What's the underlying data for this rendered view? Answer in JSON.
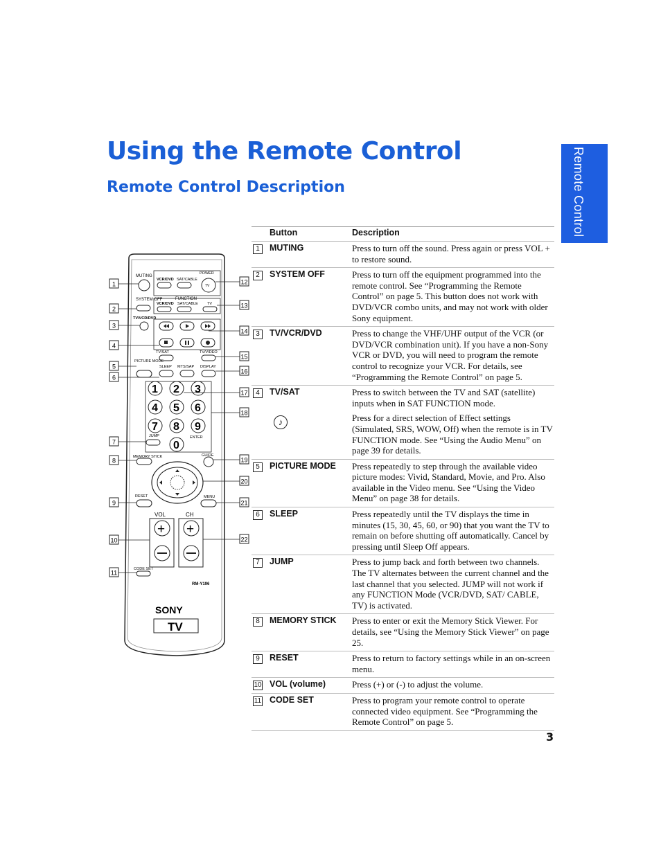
{
  "page": {
    "title": "Using the Remote Control",
    "subtitle": "Remote Control Description",
    "side_tab": "Remote Control",
    "page_number": "3"
  },
  "table": {
    "headers": {
      "button": "Button",
      "description": "Description"
    },
    "rows": [
      {
        "num": "1",
        "name": "MUTING",
        "desc": "Press to turn off the sound. Press again or press VOL + to restore sound."
      },
      {
        "num": "2",
        "name": "SYSTEM OFF",
        "desc": "Press to turn off the equipment programmed into the remote control. See “Programming the Remote Control” on page 5. This button does not work with DVD/VCR combo units, and may not work with older Sony equipment."
      },
      {
        "num": "3",
        "name": "TV/VCR/DVD",
        "desc": "Press to change the VHF/UHF output of the VCR (or DVD/VCR combination unit). If you have a non-Sony VCR or DVD, you will need to program the remote control to recognize your VCR. For details, see “Programming the Remote Control” on page 5."
      },
      {
        "num": "4",
        "name": "TV/SAT",
        "desc": "Press to switch between the TV and SAT (satellite) inputs when in SAT FUNCTION mode."
      },
      {
        "num": "",
        "name": "",
        "desc": "Press for a direct selection of Effect settings (Simulated, SRS, WOW, Off) when the remote is in TV FUNCTION mode. See “Using the Audio  Menu” on page 39 for details.",
        "icon": "music-note-icon"
      },
      {
        "num": "5",
        "name": "PICTURE MODE",
        "desc": "Press repeatedly to step through the available video picture modes: Vivid, Standard, Movie, and Pro. Also available in the Video menu. See “Using the Video  Menu” on page 38 for details."
      },
      {
        "num": "6",
        "name": "SLEEP",
        "desc": "Press repeatedly until the TV displays the time in minutes (15, 30, 45, 60, or 90) that you want the TV to remain on before shutting off automatically. Cancel by pressing until Sleep Off appears."
      },
      {
        "num": "7",
        "name": "JUMP",
        "desc": "Press to jump back and forth between two channels. The TV alternates between the current channel and the last channel that you selected. JUMP will not work if any FUNCTION Mode (VCR/DVD, SAT/ CABLE, TV) is activated."
      },
      {
        "num": "8",
        "name": "MEMORY STICK",
        "desc": "Press to enter or exit the Memory Stick Viewer. For details, see “Using the Memory Stick Viewer” on page 25."
      },
      {
        "num": "9",
        "name": "RESET",
        "desc": "Press to return to factory settings while in an on-screen menu."
      },
      {
        "num": "10",
        "name": "VOL (volume)",
        "desc": "Press (+) or (-) to adjust the volume."
      },
      {
        "num": "11",
        "name": "CODE SET",
        "desc": "Press to program your remote control to operate connected video equipment. See “Programming the Remote Control” on page 5."
      }
    ]
  },
  "remote": {
    "labels": {
      "muting": "MUTING",
      "power": "POWER",
      "vcr_dvd": "VCR/DVD",
      "sat_cable": "SAT/CABLE",
      "tv": "TV",
      "system_off": "SYSTEM OFF",
      "function": "FUNCTION",
      "tv_vcr_dvd": "TV/VCR/DVD",
      "tv_sat": "TV/SAT",
      "tv_video": "TV/VIDEO",
      "picture_mode": "PICTURE MODE",
      "sleep": "SLEEP",
      "mts_sap": "MTS/SAP",
      "display": "DISPLAY",
      "jump": "JUMP",
      "enter": "ENTER",
      "memory_stick": "MEMORY STICK",
      "guide": "GUIDE",
      "reset": "RESET",
      "menu": "MENU",
      "vol": "VOL",
      "ch": "CH",
      "code_set": "CODE SET",
      "model": "RM-Y196",
      "brand": "SONY",
      "brand_tv": "TV"
    },
    "digits": [
      "1",
      "2",
      "3",
      "4",
      "5",
      "6",
      "7",
      "8",
      "9",
      "0"
    ],
    "callouts_left": [
      "1",
      "2",
      "3",
      "4",
      "5",
      "6",
      "7",
      "8",
      "9",
      "10",
      "11"
    ],
    "callouts_right": [
      "12",
      "13",
      "14",
      "15",
      "16",
      "17",
      "18",
      "19",
      "20",
      "21",
      "22"
    ]
  }
}
